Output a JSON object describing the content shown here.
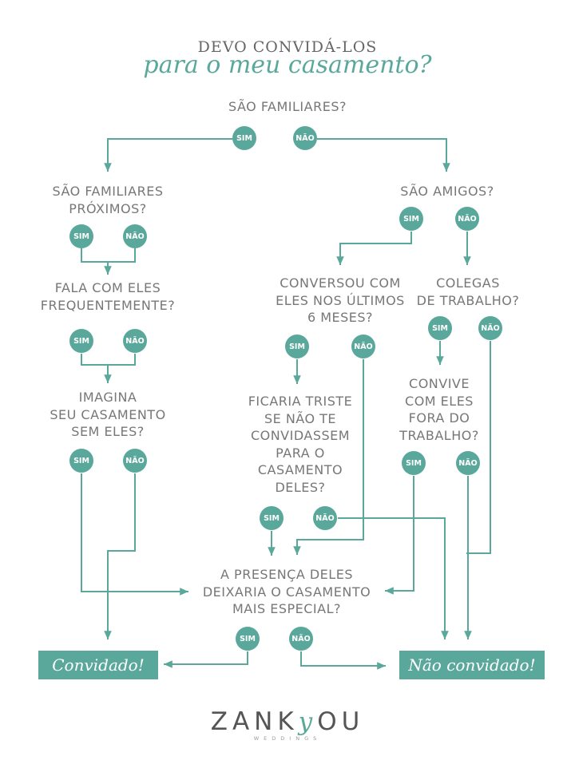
{
  "title": {
    "line1": "DEVO CONVIDÁ-LOS",
    "line2": "para o meu casamento?"
  },
  "questions": {
    "q1": "SÃO FAMILIARES?",
    "q2": "SÃO FAMILIARES\nPRÓXIMOS?",
    "q3": "SÃO AMIGOS?",
    "q4": "FALA COM ELES\nFREQUENTEMENTE?",
    "q5": "CONVERSOU COM\nELES NOS ÚLTIMOS\n6 MESES?",
    "q6": "COLEGAS\nDE TRABALHO?",
    "q7": "IMAGINA\nSEU CASAMENTO\nSEM ELES?",
    "q8": "FICARIA TRISTE\nSE NÃO TE\nCONVIDASSEM\nPARA O\nCASAMENTO\nDELES?",
    "q9": "CONVIVE\nCOM ELES\nFORA DO\nTRABALHO?",
    "q10": "A PRESENÇA DELES\nDEIXARIA O CASAMENTO\nMAIS ESPECIAL?"
  },
  "answers": {
    "yes": "SIM",
    "no": "NÃO"
  },
  "results": {
    "invited": "Convidado!",
    "not_invited": "Não convidado!"
  },
  "logo": {
    "brand_left": "ZANK",
    "brand_y": "y",
    "brand_right": "OU",
    "tagline": "WEDDINGS"
  },
  "colors": {
    "accent": "#5aa89b",
    "text": "#777777"
  }
}
